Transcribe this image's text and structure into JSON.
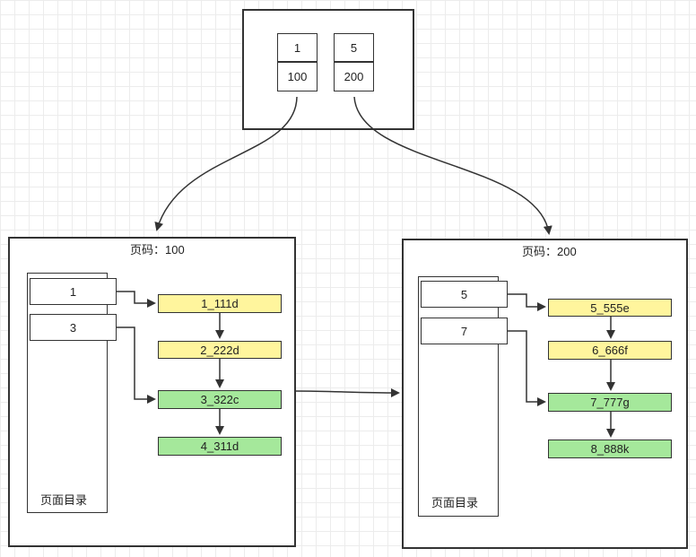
{
  "root": {
    "entries": [
      {
        "key": "1",
        "page": "100"
      },
      {
        "key": "5",
        "page": "200"
      }
    ]
  },
  "pages": [
    {
      "title": "页码：100",
      "directory_label": "页面目录",
      "slots": [
        "1",
        "3"
      ],
      "records": [
        {
          "label": "1_111d",
          "color": "#fff59d"
        },
        {
          "label": "2_222d",
          "color": "#fff59d"
        },
        {
          "label": "3_322c",
          "color": "#a5e89b"
        },
        {
          "label": "4_311d",
          "color": "#a5e89b"
        }
      ]
    },
    {
      "title": "页码：200",
      "directory_label": "页面目录",
      "slots": [
        "5",
        "7"
      ],
      "records": [
        {
          "label": "5_555e",
          "color": "#fff59d"
        },
        {
          "label": "6_666f",
          "color": "#fff59d"
        },
        {
          "label": "7_777g",
          "color": "#a5e89b"
        },
        {
          "label": "8_888k",
          "color": "#a5e89b"
        }
      ]
    }
  ]
}
